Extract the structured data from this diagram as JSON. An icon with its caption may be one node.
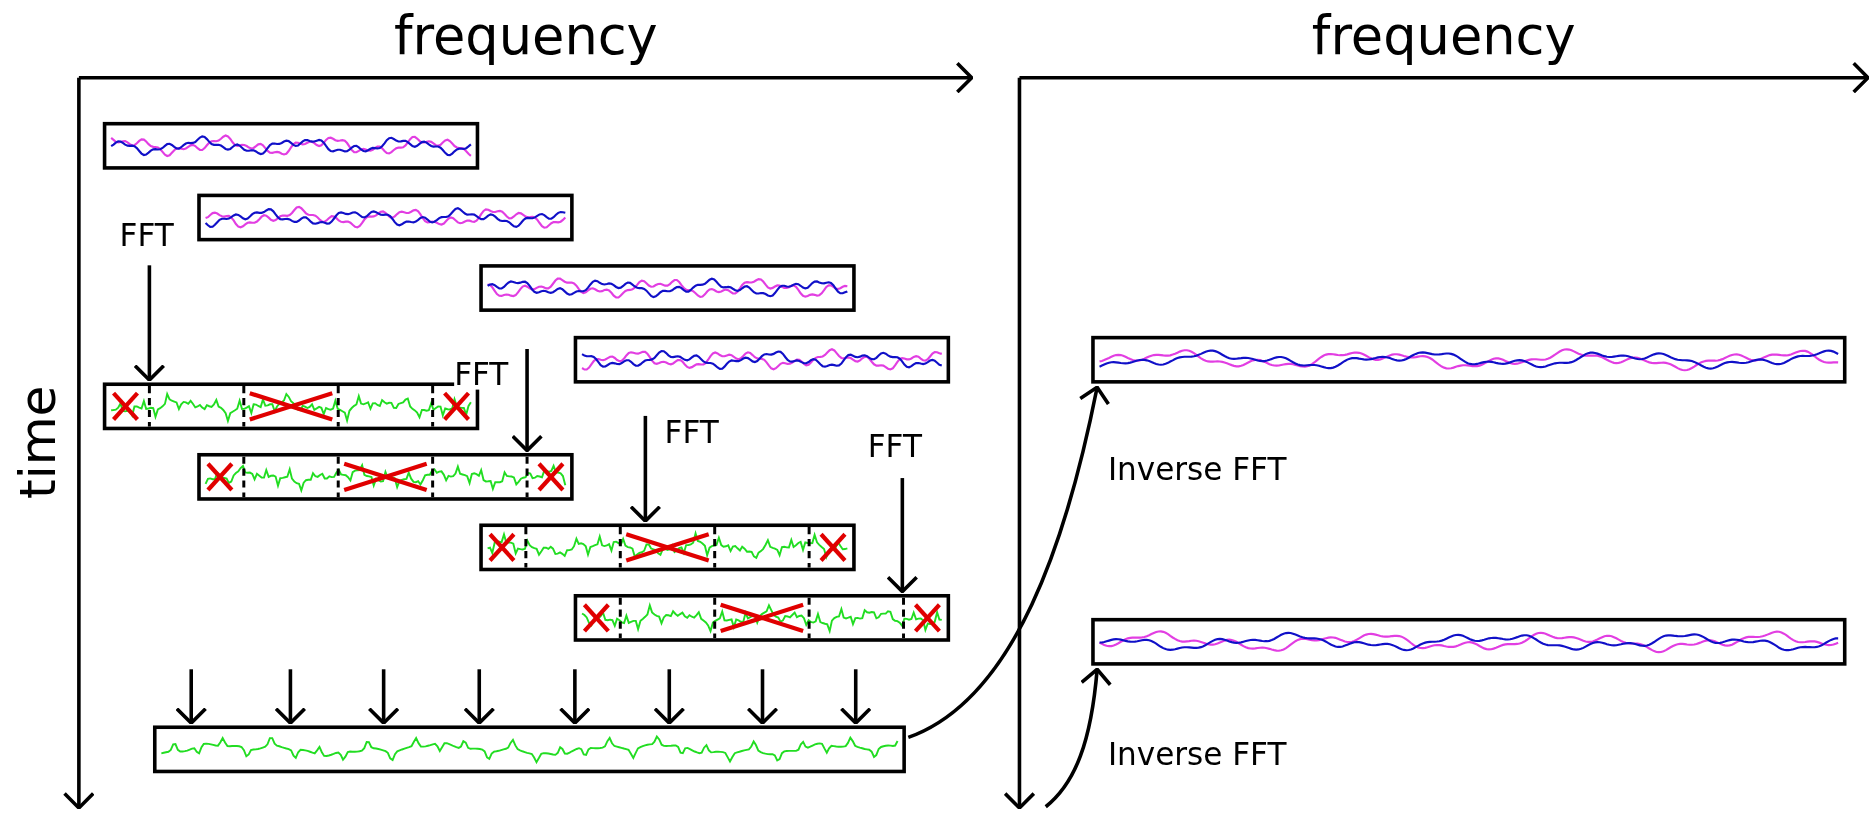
{
  "diagram": {
    "nodes": [
      {
        "text": [],
        "shape": "box"
      },
      {
        "text": [],
        "shape": "box"
      },
      {
        "text": [],
        "shape": "box"
      },
      {
        "text": [],
        "shape": "box"
      },
      {
        "text": [],
        "shape": "box"
      },
      {
        "text": [],
        "shape": "box"
      },
      {
        "text": [],
        "shape": "box"
      },
      {
        "text": [],
        "shape": "box"
      },
      {
        "text": [],
        "shape": "box"
      },
      {
        "text": [],
        "shape": "box"
      },
      {
        "text": [],
        "shape": "box"
      }
    ],
    "edges": [
      {
        "from": null,
        "to": 5,
        "arrow": "to",
        "label": "FFT"
      },
      {
        "from": null,
        "to": 6,
        "arrow": "to",
        "label": "FFT"
      },
      {
        "from": null,
        "to": 7,
        "arrow": "to",
        "label": "FFT"
      },
      {
        "from": null,
        "to": 8,
        "arrow": "to",
        "label": "FFT"
      },
      {
        "from": null,
        "to": 10,
        "arrow": "to"
      },
      {
        "from": null,
        "to": 10,
        "arrow": "to"
      },
      {
        "from": null,
        "to": 10,
        "arrow": "to"
      },
      {
        "from": null,
        "to": 10,
        "arrow": "to"
      },
      {
        "from": null,
        "to": 10,
        "arrow": "to"
      },
      {
        "from": null,
        "to": 10,
        "arrow": "to"
      },
      {
        "from": null,
        "to": 10,
        "arrow": "to"
      },
      {
        "from": null,
        "to": 10,
        "arrow": "to"
      },
      {
        "from": 10,
        "to": 4,
        "arrow": "to",
        "label": "Inverse FFT"
      },
      {
        "from": null,
        "to": 9,
        "arrow": "to",
        "label": "Inverse FFT"
      }
    ],
    "labels": [
      "frequency",
      "frequency",
      "time"
    ]
  }
}
